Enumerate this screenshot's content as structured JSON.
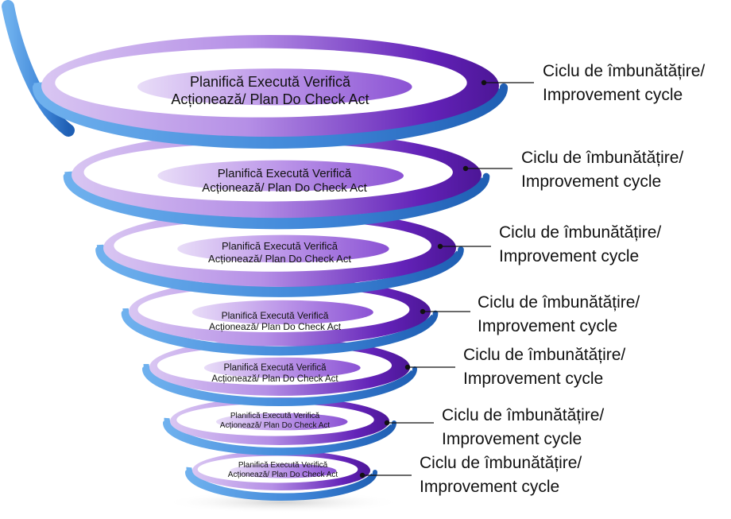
{
  "colors": {
    "ribbon_light": "#6fb1ee",
    "ribbon_dark": "#1f5fb4",
    "band_light": "#d9c6f2",
    "band_dark": "#6322b8",
    "connector": "#111111"
  },
  "levels": [
    {
      "ring_line1": "Planifică Execută Verifică",
      "ring_line2": "Acționează/ Plan Do Check Act",
      "label_line1": "Ciclu de îmbunătățire/",
      "label_line2": "Improvement cycle"
    },
    {
      "ring_line1": "Planifică Execută Verifică",
      "ring_line2": "Acționează/ Plan Do Check Act",
      "label_line1": "Ciclu de îmbunătățire/",
      "label_line2": "Improvement cycle"
    },
    {
      "ring_line1": "Planifică Execută Verifică",
      "ring_line2": "Acționează/ Plan Do Check Act",
      "label_line1": "Ciclu de îmbunătățire/",
      "label_line2": "Improvement cycle"
    },
    {
      "ring_line1": "Planifică Execută Verifică",
      "ring_line2": "Acționează/ Plan Do Check Act",
      "label_line1": "Ciclu de îmbunătățire/",
      "label_line2": "Improvement cycle"
    },
    {
      "ring_line1": "Planifică Execută Verifică",
      "ring_line2": "Acționează/ Plan Do Check Act",
      "label_line1": "Ciclu de îmbunătățire/",
      "label_line2": "Improvement cycle"
    },
    {
      "ring_line1": "Planifică Execută Verifică",
      "ring_line2": "Acționează/ Plan Do Check Act",
      "label_line1": "Ciclu de îmbunătățire/",
      "label_line2": "Improvement cycle"
    },
    {
      "ring_line1": "Planifică Execută Verifică",
      "ring_line2": "Acționează/ Plan Do Check Act",
      "label_line1": "Ciclu de îmbunătățire/",
      "label_line2": "Improvement cycle"
    }
  ]
}
